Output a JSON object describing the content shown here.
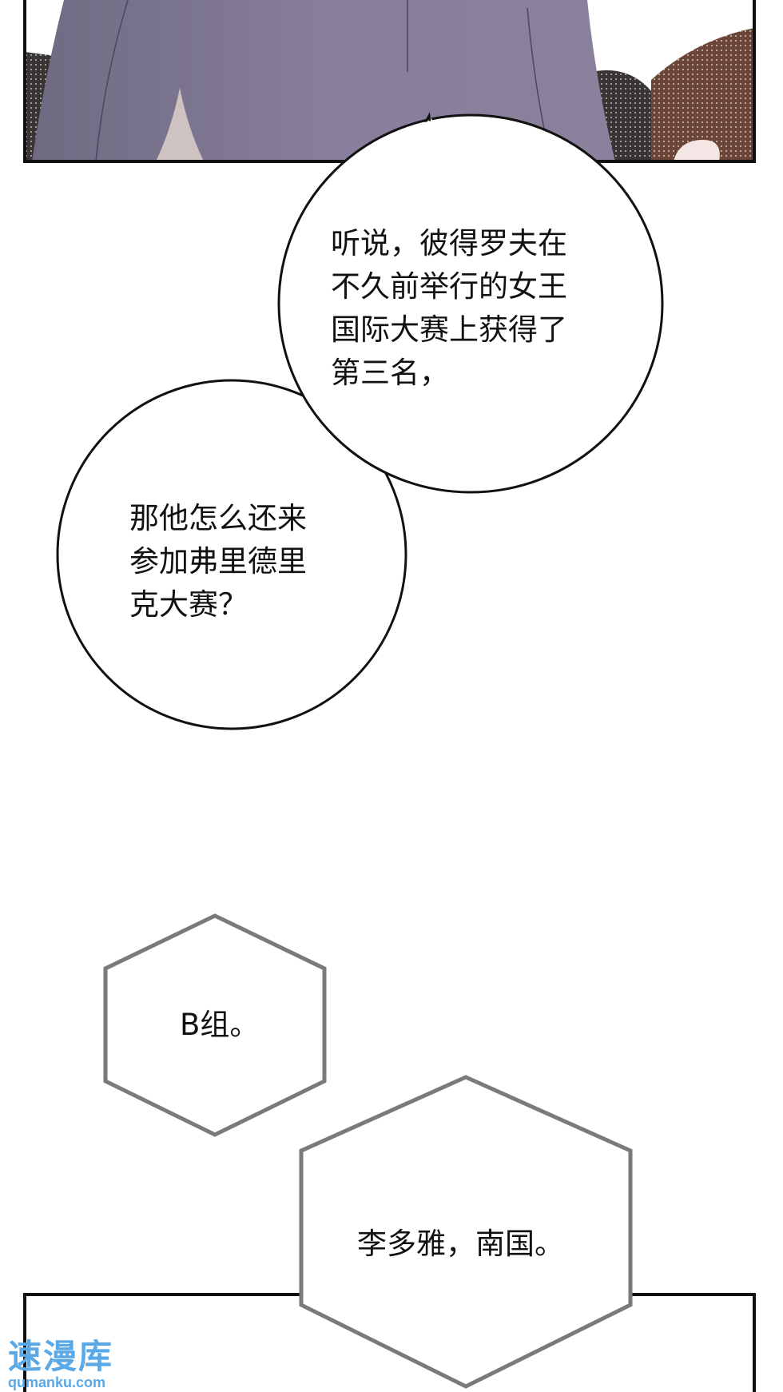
{
  "bubbles": [
    {
      "lines": [
        "听说，彼得罗夫在",
        "不久前举行的女王",
        "国际大赛上获得了",
        "第三名，"
      ]
    },
    {
      "lines": [
        "那他怎么还来",
        "参加弗里德里",
        "克大赛？"
      ]
    }
  ],
  "captions": [
    "B组。",
    "李多雅，南国。"
  ],
  "watermark": {
    "name": "速漫库",
    "site": "qumanku.com",
    "color": "#5aa9e6"
  },
  "colors": {
    "panel_border": "#111111",
    "caption_border": "#7a7a7a",
    "coat": "#857c99"
  }
}
